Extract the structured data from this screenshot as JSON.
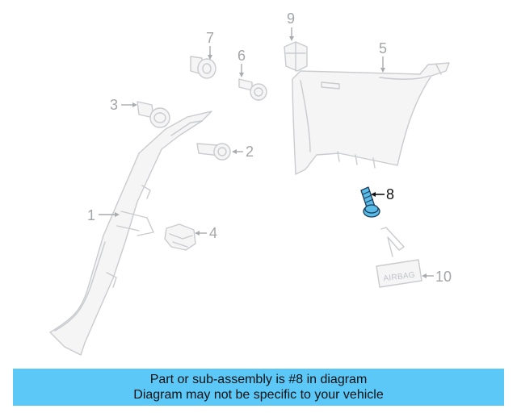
{
  "callouts": {
    "c1": "1",
    "c2": "2",
    "c3": "3",
    "c4": "4",
    "c5": "5",
    "c6": "6",
    "c7": "7",
    "c8": "8",
    "c9": "9",
    "c10": "10"
  },
  "airbag_label": "AIRBAG",
  "highlighted_part": "8",
  "colors": {
    "highlight_fill": "#59bbe8",
    "banner_bg": "#5cc8f8",
    "line_gray": "#c9cbcf"
  },
  "banner": {
    "line1": "Part or sub-assembly is #8 in diagram",
    "line2": "Diagram may not be specific to your vehicle"
  }
}
